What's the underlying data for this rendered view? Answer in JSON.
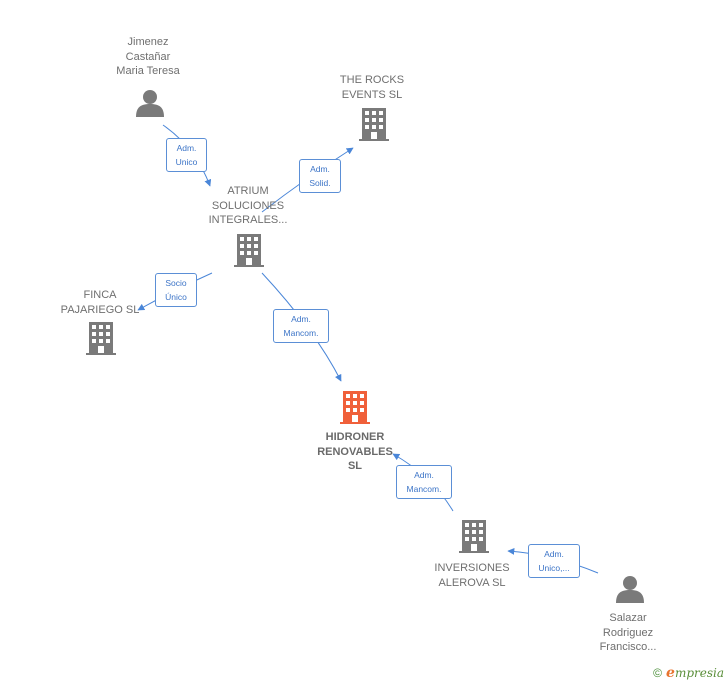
{
  "nodes": {
    "jimenez": {
      "lines": [
        "Jimenez",
        "Castañar",
        "Maria Teresa"
      ],
      "icon": "person-icon"
    },
    "rocks": {
      "lines": [
        "THE ROCKS",
        "EVENTS  SL"
      ],
      "icon": "building-icon"
    },
    "atrium": {
      "lines": [
        "ATRIUM",
        "SOLUCIONES",
        "INTEGRALES..."
      ],
      "icon": "building-icon"
    },
    "finca": {
      "lines": [
        "FINCA",
        "PAJARIEGO  SL"
      ],
      "icon": "building-icon"
    },
    "hidroner": {
      "lines": [
        "HIDRONER",
        "RENOVABLES",
        "SL"
      ],
      "icon": "building-icon",
      "highlight_color": "#f0603a"
    },
    "inversiones": {
      "lines": [
        "INVERSIONES",
        "ALEROVA  SL"
      ],
      "icon": "building-icon"
    },
    "salazar": {
      "lines": [
        "Salazar",
        "Rodriguez",
        "Francisco..."
      ],
      "icon": "person-icon"
    }
  },
  "edges": {
    "jimenez_atrium": [
      "Adm.",
      "Unico"
    ],
    "atrium_rocks": [
      "Adm.",
      "Solid."
    ],
    "atrium_finca": [
      "Socio",
      "Único"
    ],
    "atrium_hidroner": [
      "Adm.",
      "Mancom."
    ],
    "inversiones_hidroner": [
      "Adm.",
      "Mancom."
    ],
    "salazar_inversiones": [
      "Adm.",
      "Unico,..."
    ]
  },
  "colors": {
    "edge": "#4a86d8",
    "node_icon": "#7a7a7a",
    "focus_icon": "#f0603a"
  },
  "brand": {
    "copyright": "©",
    "first_letter": "e",
    "rest": "mpresia"
  }
}
